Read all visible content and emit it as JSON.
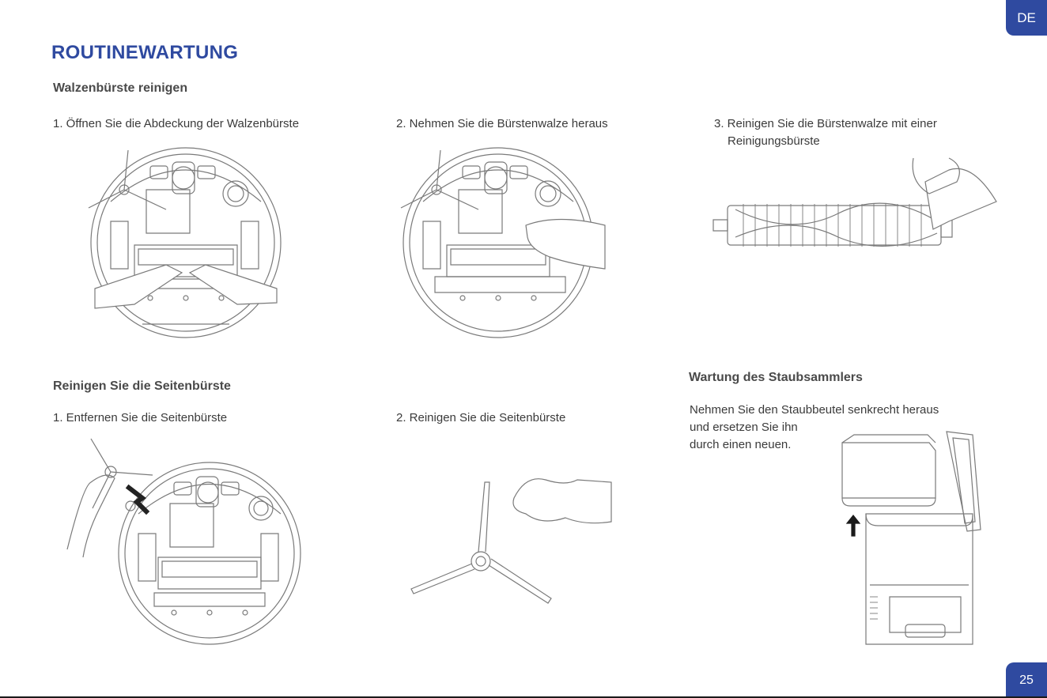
{
  "lang_tab": "DE",
  "page_number": "25",
  "title": "ROUTINEWARTUNG",
  "sections": {
    "roller": {
      "heading": "Walzenbürste reinigen",
      "step1": "1. Öffnen Sie die Abdeckung der Walzenbürste",
      "step2": "2. Nehmen Sie die Bürstenwalze heraus",
      "step3_line1": "3. Reinigen Sie die Bürstenwalze mit einer",
      "step3_line2": "Reinigungsbürste"
    },
    "side_brush": {
      "heading": "Reinigen Sie die Seitenbürste",
      "step1": "1. Entfernen Sie die Seitenbürste",
      "step2": "2. Reinigen Sie die Seitenbürste"
    },
    "dust_collector": {
      "heading": "Wartung des Staubsammlers",
      "line1": "Nehmen Sie den Staubbeutel senkrecht heraus",
      "line2": "und ersetzen Sie ihn",
      "line3": "durch einen neuen."
    }
  }
}
